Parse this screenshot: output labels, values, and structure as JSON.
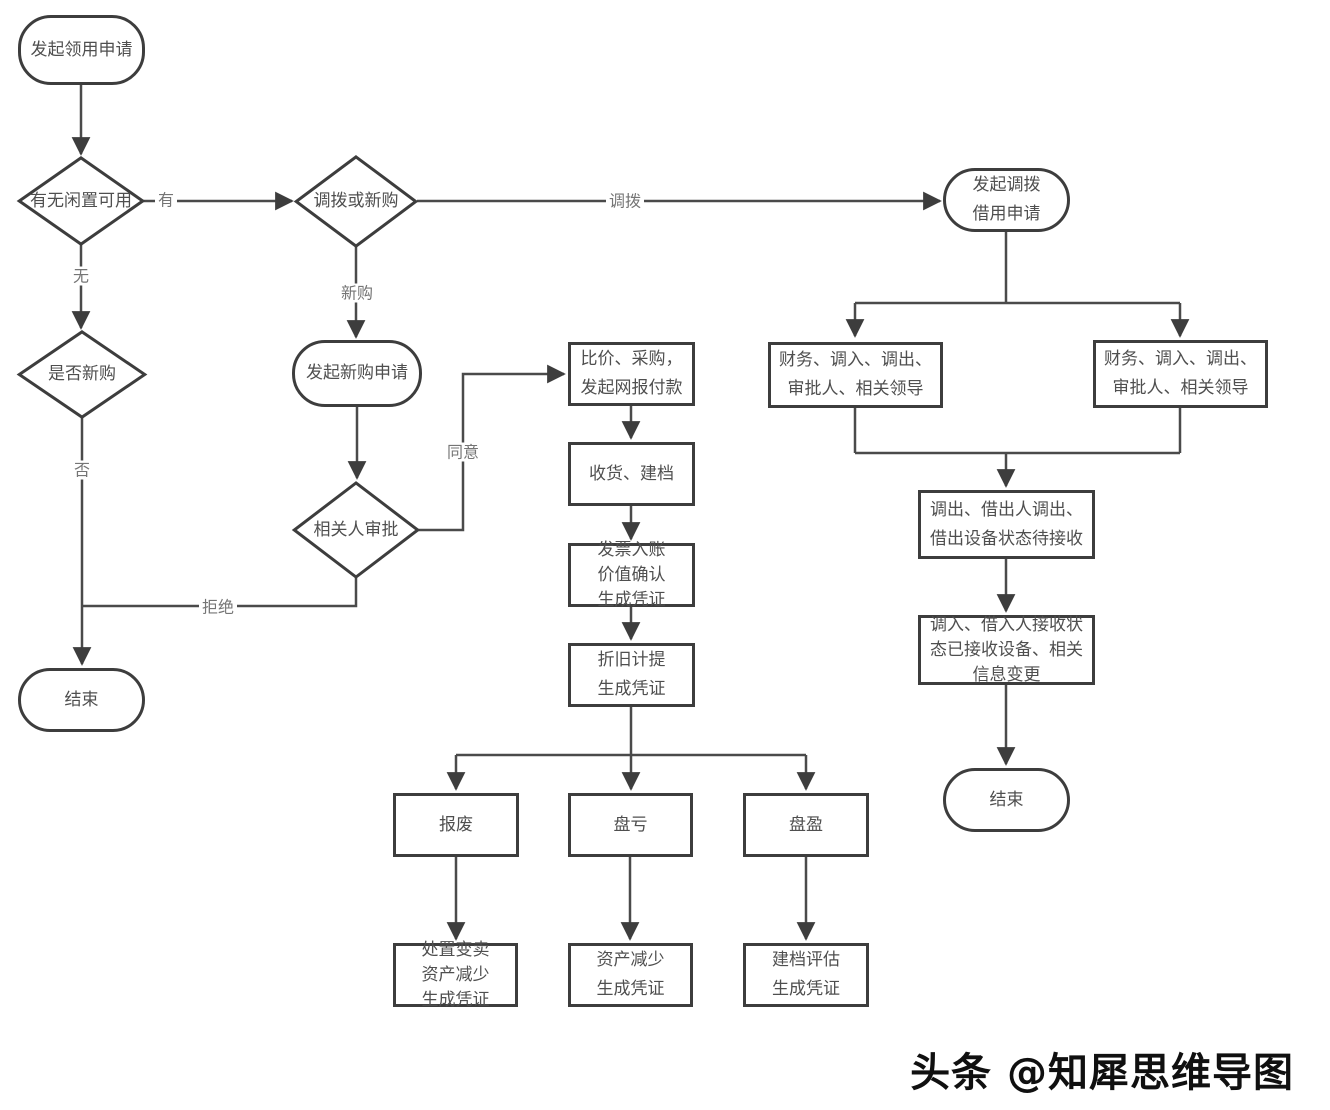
{
  "nodes": [
    {
      "id": "start-claim-request",
      "label": "发起领用申请"
    },
    {
      "id": "decision-idle-available",
      "label": "有无闲置可用"
    },
    {
      "id": "decision-transfer-or-new",
      "label": "调拨或新购"
    },
    {
      "id": "decision-new-purchase",
      "label": "是否新购"
    },
    {
      "id": "start-new-purchase",
      "label": "发起新购申请"
    },
    {
      "id": "decision-approver-review",
      "label": "相关人审批"
    },
    {
      "id": "end-left",
      "label": "结束"
    },
    {
      "id": "compare-purchase-payment",
      "label": "比价、采购，\n发起网报付款"
    },
    {
      "id": "receive-archive",
      "label": "收货、建档"
    },
    {
      "id": "invoice-entry",
      "label": "发票入账\n价值确认\n生成凭证"
    },
    {
      "id": "depreciation-voucher",
      "label": "折旧计提\n生成凭证"
    },
    {
      "id": "scrap",
      "label": "报废"
    },
    {
      "id": "inventory-loss",
      "label": "盘亏"
    },
    {
      "id": "inventory-surplus",
      "label": "盘盈"
    },
    {
      "id": "disposal-sale",
      "label": "处置变卖\n资产减少\n生成凭证"
    },
    {
      "id": "asset-decrease-voucher",
      "label": "资产减少\n生成凭证"
    },
    {
      "id": "archive-evaluation",
      "label": "建档评估\n生成凭证"
    },
    {
      "id": "transfer-borrow-request",
      "label": "发起调拨\n借用申请"
    },
    {
      "id": "approvers-left",
      "label": "财务、调入、调出、\n审批人、相关领导"
    },
    {
      "id": "approvers-right",
      "label": "财务、调入、调出、\n审批人、相关领导"
    },
    {
      "id": "transfer-out-status",
      "label": "调出、借出人调出、\n借出设备状态待接收"
    },
    {
      "id": "transfer-in-status",
      "label": "调入、借入人接收状\n态已接收设备、相关\n信息变更"
    },
    {
      "id": "end-right",
      "label": "结束"
    }
  ],
  "edge_labels": {
    "has_idle": "有",
    "no_idle": "无",
    "new_purchase": "新购",
    "transfer": "调拨",
    "agree": "同意",
    "reject": "拒绝",
    "no": "否"
  },
  "watermark": {
    "text": "头条 @知犀思维导图"
  },
  "colors": {
    "stroke": "#3d3d3d",
    "line": "#4a4a4a",
    "node_text": "#4f4f4f",
    "label_text": "#757575",
    "background": "#ffffff",
    "watermark": "#101010"
  }
}
